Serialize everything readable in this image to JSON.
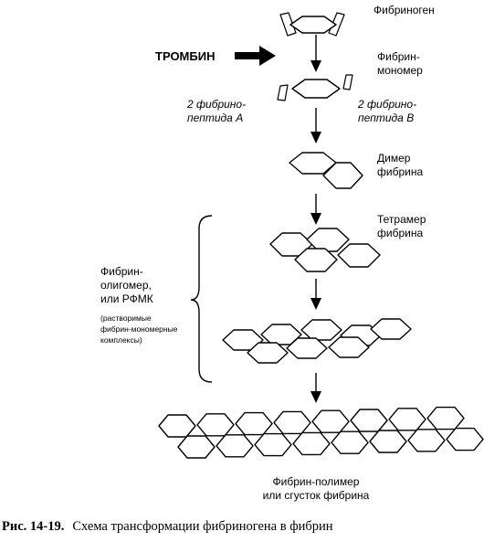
{
  "labels": {
    "fibrinogen": "Фибриноген",
    "thrombin": "ТРОМБИН",
    "monomer_line1": "Фибрин-",
    "monomer_line2": "мономер",
    "fibrinopeptide_a_line1": "2 фибрино-",
    "fibrinopeptide_a_line2": "пептида А",
    "fibrinopeptide_b_line1": "2 фибрино-",
    "fibrinopeptide_b_line2": "пептида В",
    "dimer_line1": "Димер",
    "dimer_line2": "фибрина",
    "tetramer_line1": "Тетрамер",
    "tetramer_line2": "фибрина",
    "oligomer_line1": "Фибрин-",
    "oligomer_line2": "олигомер,",
    "oligomer_line3": "или РФМК",
    "soluble_line1": "(растворимые",
    "soluble_line2": "фибрин-мономерные",
    "soluble_line3": "комплексы)",
    "polymer_line1": "Фибрин-полимер",
    "polymer_line2": "или сгусток фибрина"
  },
  "caption": {
    "number": "Рис. 14-19.",
    "text": "Схема трансформации фибриногена в фибрин"
  }
}
